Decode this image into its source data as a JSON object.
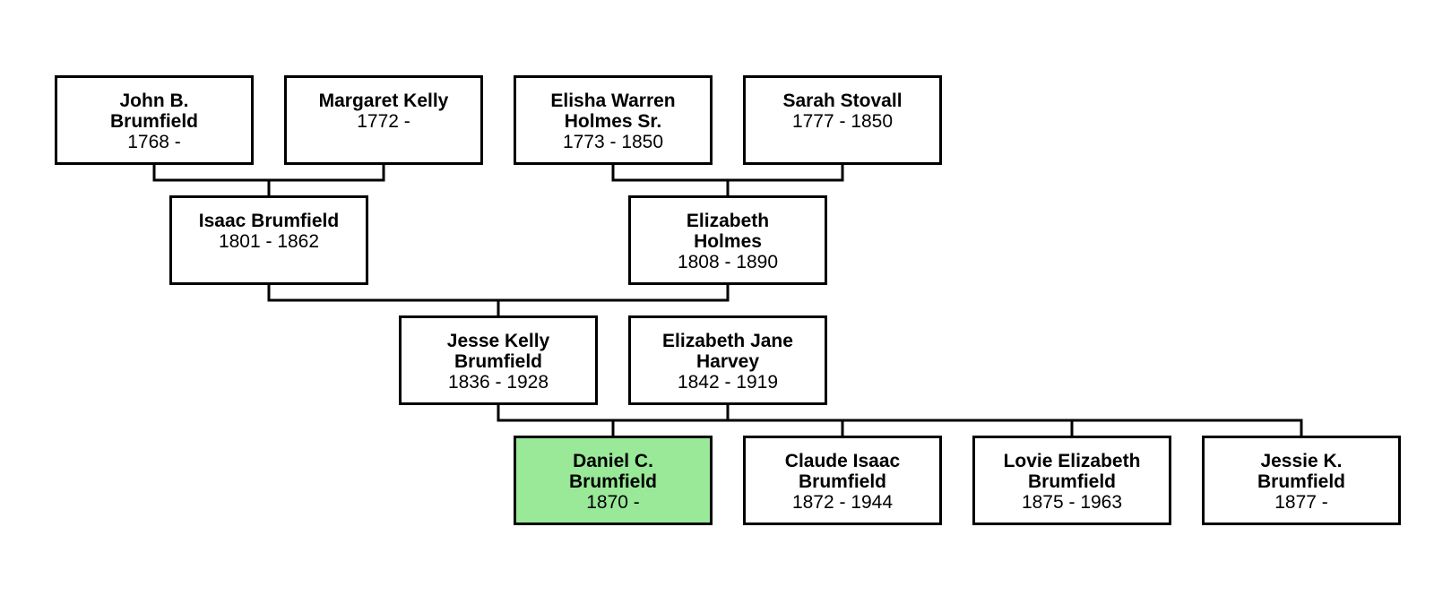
{
  "tree": {
    "john_brumfield": {
      "name": "John B. Brumfield",
      "dates": "1768 -"
    },
    "margaret_kelly": {
      "name": "Margaret Kelly",
      "dates": "1772 -"
    },
    "elisha_holmes": {
      "name": "Elisha Warren Holmes Sr.",
      "dates": "1773 - 1850"
    },
    "sarah_stovall": {
      "name": "Sarah Stovall",
      "dates": "1777 - 1850"
    },
    "isaac_brumfield": {
      "name": "Isaac Brumfield",
      "dates": "1801 - 1862"
    },
    "elizabeth_holmes": {
      "name": "Elizabeth Holmes",
      "dates": "1808 - 1890"
    },
    "jesse_brumfield": {
      "name": "Jesse Kelly Brumfield",
      "dates": "1836 - 1928"
    },
    "elizabeth_harvey": {
      "name": "Elizabeth Jane Harvey",
      "dates": "1842 - 1919"
    },
    "daniel_brumfield": {
      "name": "Daniel C. Brumfield",
      "dates": "1870 -"
    },
    "claude_brumfield": {
      "name": "Claude Isaac Brumfield",
      "dates": "1872 - 1944"
    },
    "lovie_brumfield": {
      "name": "Lovie Elizabeth Brumfield",
      "dates": "1875 - 1963"
    },
    "jessie_brumfield": {
      "name": "Jessie K. Brumfield",
      "dates": "1877 -"
    }
  },
  "colors": {
    "focus_person_fill": "#99e999",
    "box_border": "#000000",
    "connector": "#000000"
  }
}
